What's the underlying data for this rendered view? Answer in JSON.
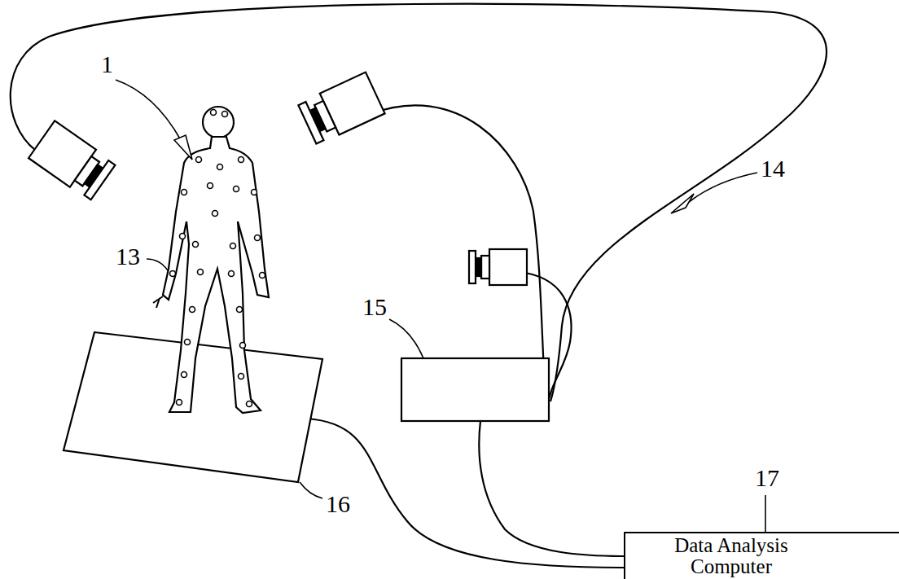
{
  "diagram": {
    "nodes": [
      {
        "text": [
          "Data Analysis Computer"
        ]
      }
    ],
    "labels": [
      "1",
      "13",
      "14",
      "15",
      "16",
      "17"
    ]
  }
}
